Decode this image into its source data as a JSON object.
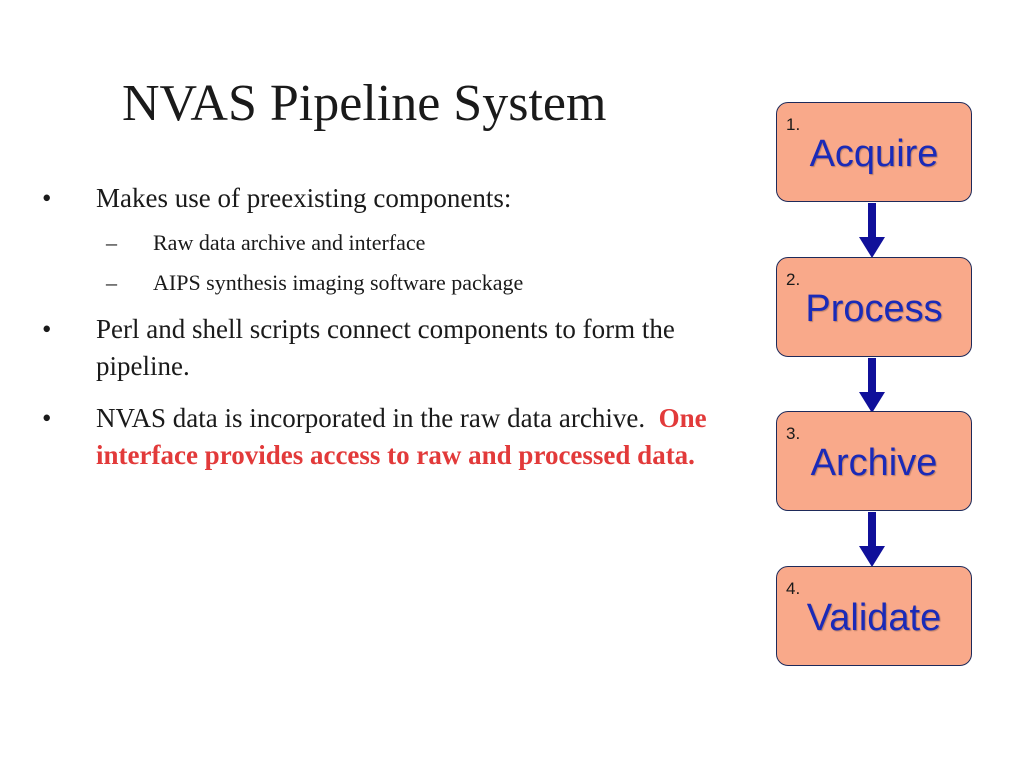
{
  "slide": {
    "title": "NVAS Pipeline System",
    "bullets": [
      {
        "text": "Makes use of  preexisting components:",
        "sub": [
          "Raw data archive and interface",
          "AIPS synthesis imaging software package"
        ]
      },
      {
        "text": "Perl and shell scripts connect components to form the pipeline."
      },
      {
        "text": "NVAS data is incorporated in the raw data archive.",
        "highlight": "One interface provides access to raw and processed data."
      }
    ],
    "bullet_symbol": "•",
    "sub_bullet_symbol": "–"
  },
  "pipeline": {
    "steps": [
      {
        "number": "1.",
        "label": "Acquire"
      },
      {
        "number": "2.",
        "label": "Process"
      },
      {
        "number": "3.",
        "label": "Archive"
      },
      {
        "number": "4.",
        "label": "Validate"
      }
    ]
  },
  "colors": {
    "step_fill": "#f9a98a",
    "step_border": "#1e2a5a",
    "step_label": "#1a2ab8",
    "arrow": "#10109a",
    "highlight": "#e23a3a"
  }
}
